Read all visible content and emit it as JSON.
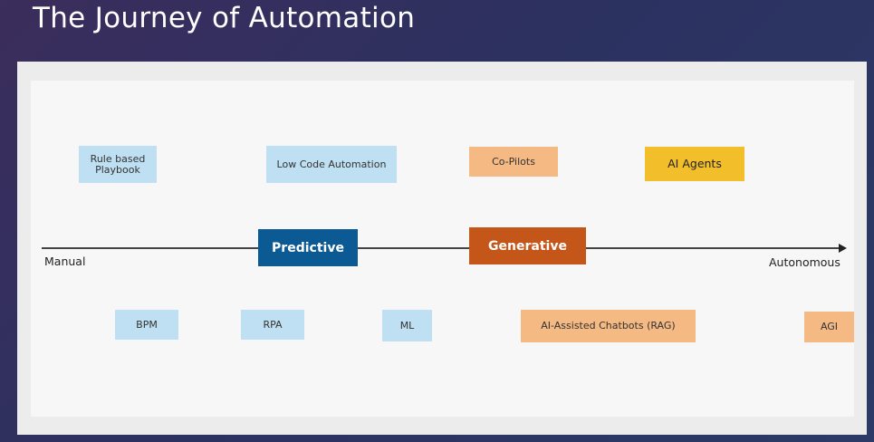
{
  "title": "The Journey of Automation",
  "axis": {
    "start_label": "Manual",
    "end_label": "Autonomous"
  },
  "colors": {
    "light_blue": "#bfe0f2",
    "light_orange": "#f5b983",
    "yellow": "#f2be2a",
    "dark_blue": "#0b5a94",
    "rust": "#c4561a"
  },
  "top_row": {
    "rule_based": "Rule based\nPlaybook",
    "low_code": "Low Code Automation",
    "co_pilots": "Co-Pilots",
    "ai_agents": "AI Agents"
  },
  "axis_boxes": {
    "predictive": "Predictive",
    "generative": "Generative"
  },
  "bottom_row": {
    "bpm": "BPM",
    "rpa": "RPA",
    "ml": "ML",
    "chatbots": "AI-Assisted Chatbots (RAG)",
    "agi": "AGI"
  }
}
